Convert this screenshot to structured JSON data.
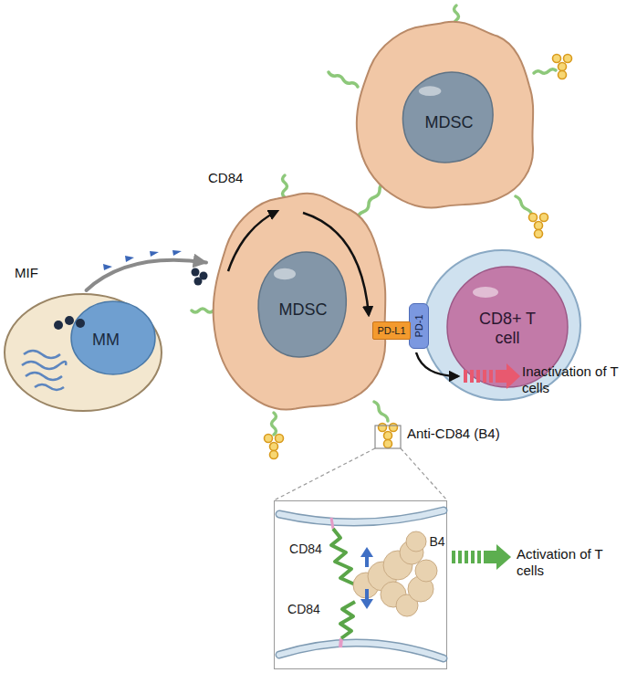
{
  "diagram": {
    "nodes": [
      {
        "text": [
          "MM"
        ]
      },
      {
        "text": [
          "MDSC"
        ]
      },
      {
        "text": [
          "MDSC"
        ]
      },
      {
        "text": [
          "PD-L1"
        ]
      },
      {
        "text": [
          "PD-1"
        ]
      },
      {
        "text": [
          "CD8+ T cell"
        ]
      },
      {
        "text": [
          "CD84",
          "B4",
          "CD84"
        ]
      }
    ],
    "edges": [
      {
        "from": 0,
        "to": 2,
        "arrow": "to"
      }
    ],
    "labels": [
      "MIF",
      "CD84",
      "Inactivation of T cells",
      "Anti-CD84 (B4)",
      "Activation of T cells"
    ]
  }
}
